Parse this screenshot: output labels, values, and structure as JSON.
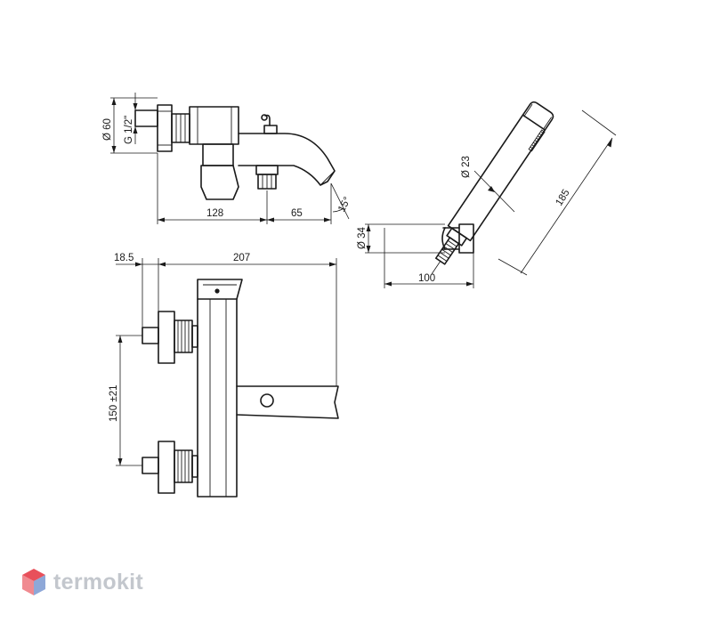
{
  "dimensions": {
    "top_view": {
      "body_diameter": "Ø 60",
      "thread": "G 1/2\"",
      "length": "128",
      "spout_length": "65",
      "spout_angle": "15°"
    },
    "hand_shower": {
      "holder_diameter": "Ø 34",
      "head_diameter": "Ø 23",
      "shower_length": "185",
      "projection": "100"
    },
    "front_view": {
      "offset": "18.5",
      "total_width": "207",
      "center_distance": "150 ±21"
    }
  },
  "watermark": {
    "text": "termokit",
    "colors": [
      "#e8505b",
      "#8ea8d8",
      "#c3c7cd"
    ]
  }
}
